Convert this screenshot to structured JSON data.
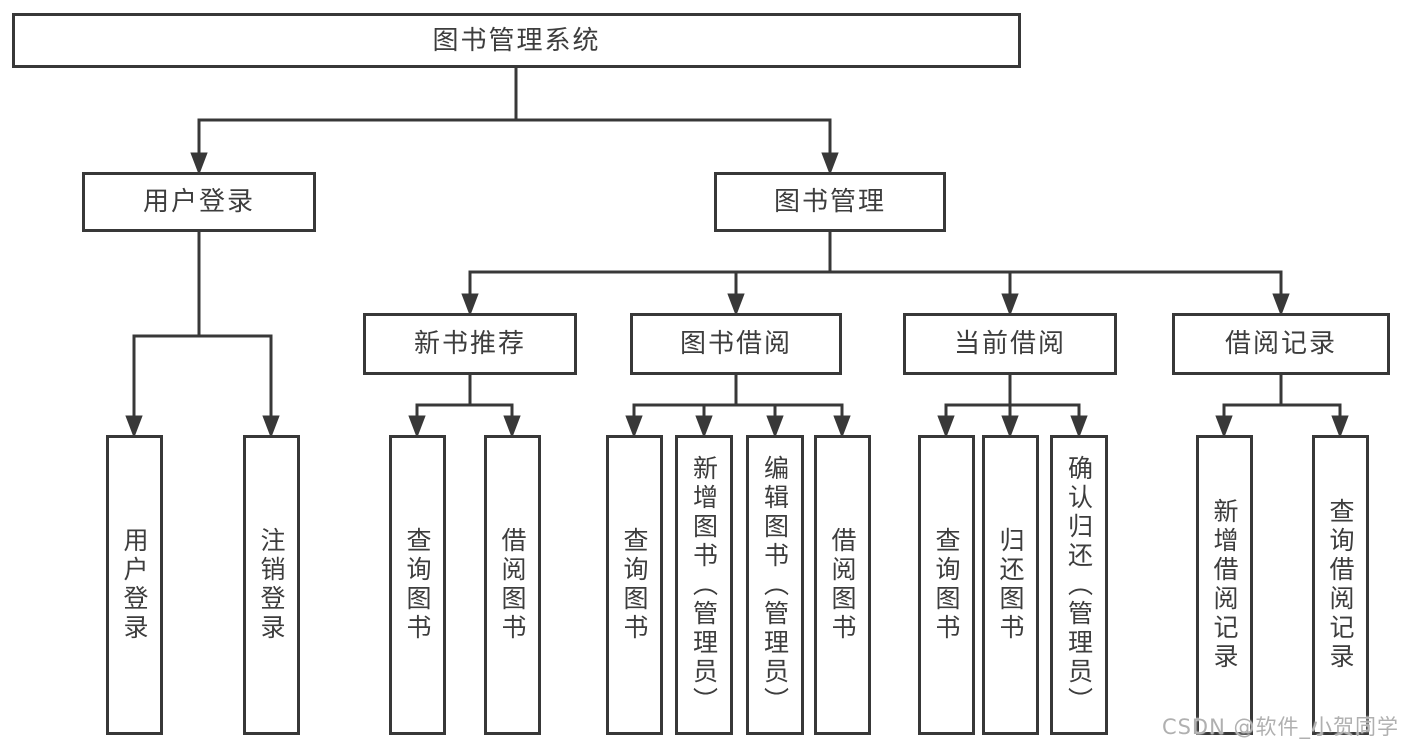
{
  "tree": {
    "root": "图书管理系统",
    "level2": [
      "用户登录",
      "图书管理"
    ],
    "level3": [
      "新书推荐",
      "图书借阅",
      "当前借阅",
      "借阅记录"
    ],
    "leaves": [
      "用户登录",
      "注销登录",
      "查询图书",
      "借阅图书",
      "查询图书",
      "新增图书（管理员）",
      "编辑图书（管理员）",
      "借阅图书",
      "查询图书",
      "归还图书",
      "确认归还（管理员）",
      "新增借阅记录",
      "查询借阅记录"
    ]
  },
  "watermark": "CSDN @软件_小贺同学",
  "colors": {
    "line": "#383838",
    "box_border": "#383838",
    "box_fill": "#ffffff",
    "text": "#3d3d3d",
    "watermark": "#b0b0b0",
    "background": "#ffffff"
  }
}
